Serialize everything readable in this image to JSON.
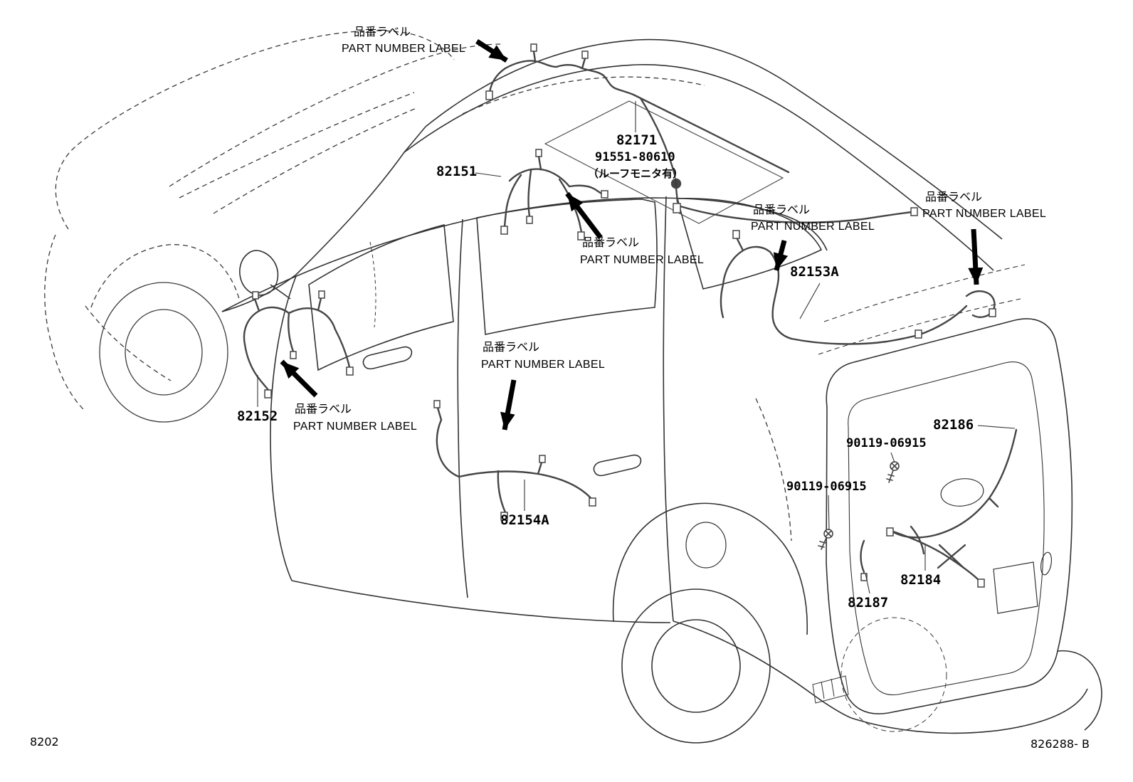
{
  "diagram": {
    "title": "Wiring & clamp — body wiring harness parts diagram",
    "colors": {
      "line": "#333333",
      "harness": "#454545",
      "arrow": "#000000",
      "background": "#ffffff"
    }
  },
  "annotations": [
    {
      "jp": "品番ラベル",
      "en": "PART NUMBER LABEL"
    },
    {
      "jp": "品番ラベル",
      "en": "PART NUMBER LABEL"
    },
    {
      "jp": "品番ラベル",
      "en": "PART NUMBER LABEL"
    },
    {
      "jp": "品番ラベル",
      "en": "PART NUMBER LABEL"
    },
    {
      "jp": "品番ラベル",
      "en": "PART NUMBER LABEL"
    },
    {
      "jp": "品番ラベル",
      "en": "PART NUMBER LABEL"
    }
  ],
  "parts": {
    "roof_harness": "82171",
    "roof_monitor_part": "91551-80610",
    "roof_monitor_note": "（ルーフモニタ有）",
    "front_roof_harness": "82151",
    "rear_roof_harness": "82153A",
    "front_door_harness": "82152",
    "rear_door_harness": "82154A",
    "back_door_harness_1": "82186",
    "screw_1": "90119-06915",
    "screw_2": "90119-06915",
    "back_door_harness_2": "82184",
    "back_door_harness_3": "82187"
  },
  "footer": {
    "page_code": "8202",
    "figure_code": "826288- B"
  }
}
